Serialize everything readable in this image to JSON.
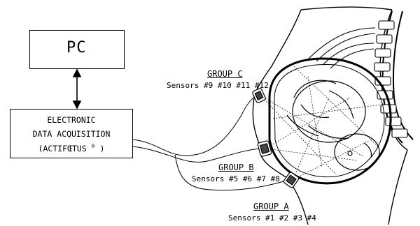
{
  "pc": {
    "label": "PC"
  },
  "daq": {
    "line1": "ELECTRONIC",
    "line2": "DATA ACQUISITION",
    "line3_prefix": "(ACTIFŒTUS",
    "line3_reg": "®",
    "line3_suffix": ")"
  },
  "groups": {
    "c": {
      "title": "GROUP C",
      "sensors": "Sensors #9 #10 #11 #12"
    },
    "b": {
      "title": "GROUP B",
      "sensors": "Sensors #5 #6 #7 #8"
    },
    "a": {
      "title": "GROUP A",
      "sensors": "Sensors #1 #2 #3 #4"
    }
  }
}
